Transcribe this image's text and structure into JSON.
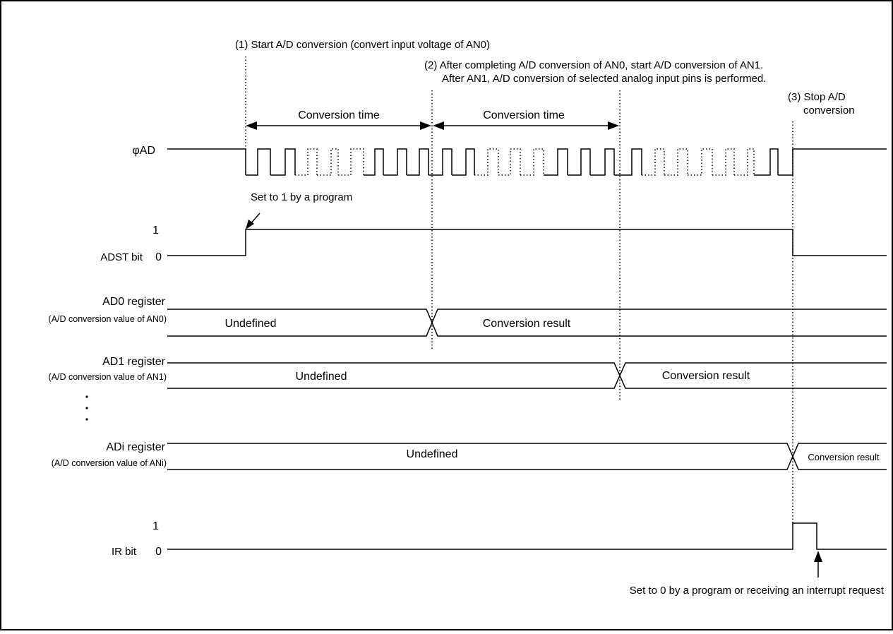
{
  "annotations": {
    "step1": "(1) Start A/D conversion (convert input voltage of AN0)",
    "step2_line1": "(2) After completing A/D conversion of AN0, start A/D conversion of AN1.",
    "step2_line2": "After AN1, A/D conversion of selected analog input pins is performed.",
    "step3_line1": "(3) Stop A/D",
    "step3_line2": "conversion",
    "conversion_time_1": "Conversion time",
    "conversion_time_2": "Conversion time",
    "set_to_1": "Set to 1 by a program",
    "set_to_0": "Set to 0 by a program or receiving an interrupt request"
  },
  "signals": {
    "phi_ad": "φAD",
    "adst": {
      "label": "ADST bit",
      "high": "1",
      "low": "0"
    },
    "ad0": {
      "label": "AD0 register",
      "sublabel": "(A/D conversion value of AN0)",
      "before": "Undefined",
      "after": "Conversion result"
    },
    "ad1": {
      "label": "AD1 register",
      "sublabel": "(A/D conversion value of AN1)",
      "before": "Undefined",
      "after": "Conversion result"
    },
    "adi": {
      "label": "ADi register",
      "sublabel": "(A/D conversion value of ANi)",
      "before": "Undefined",
      "after": "Conversion result"
    },
    "ir": {
      "label": "IR bit",
      "high": "1",
      "low": "0"
    }
  }
}
